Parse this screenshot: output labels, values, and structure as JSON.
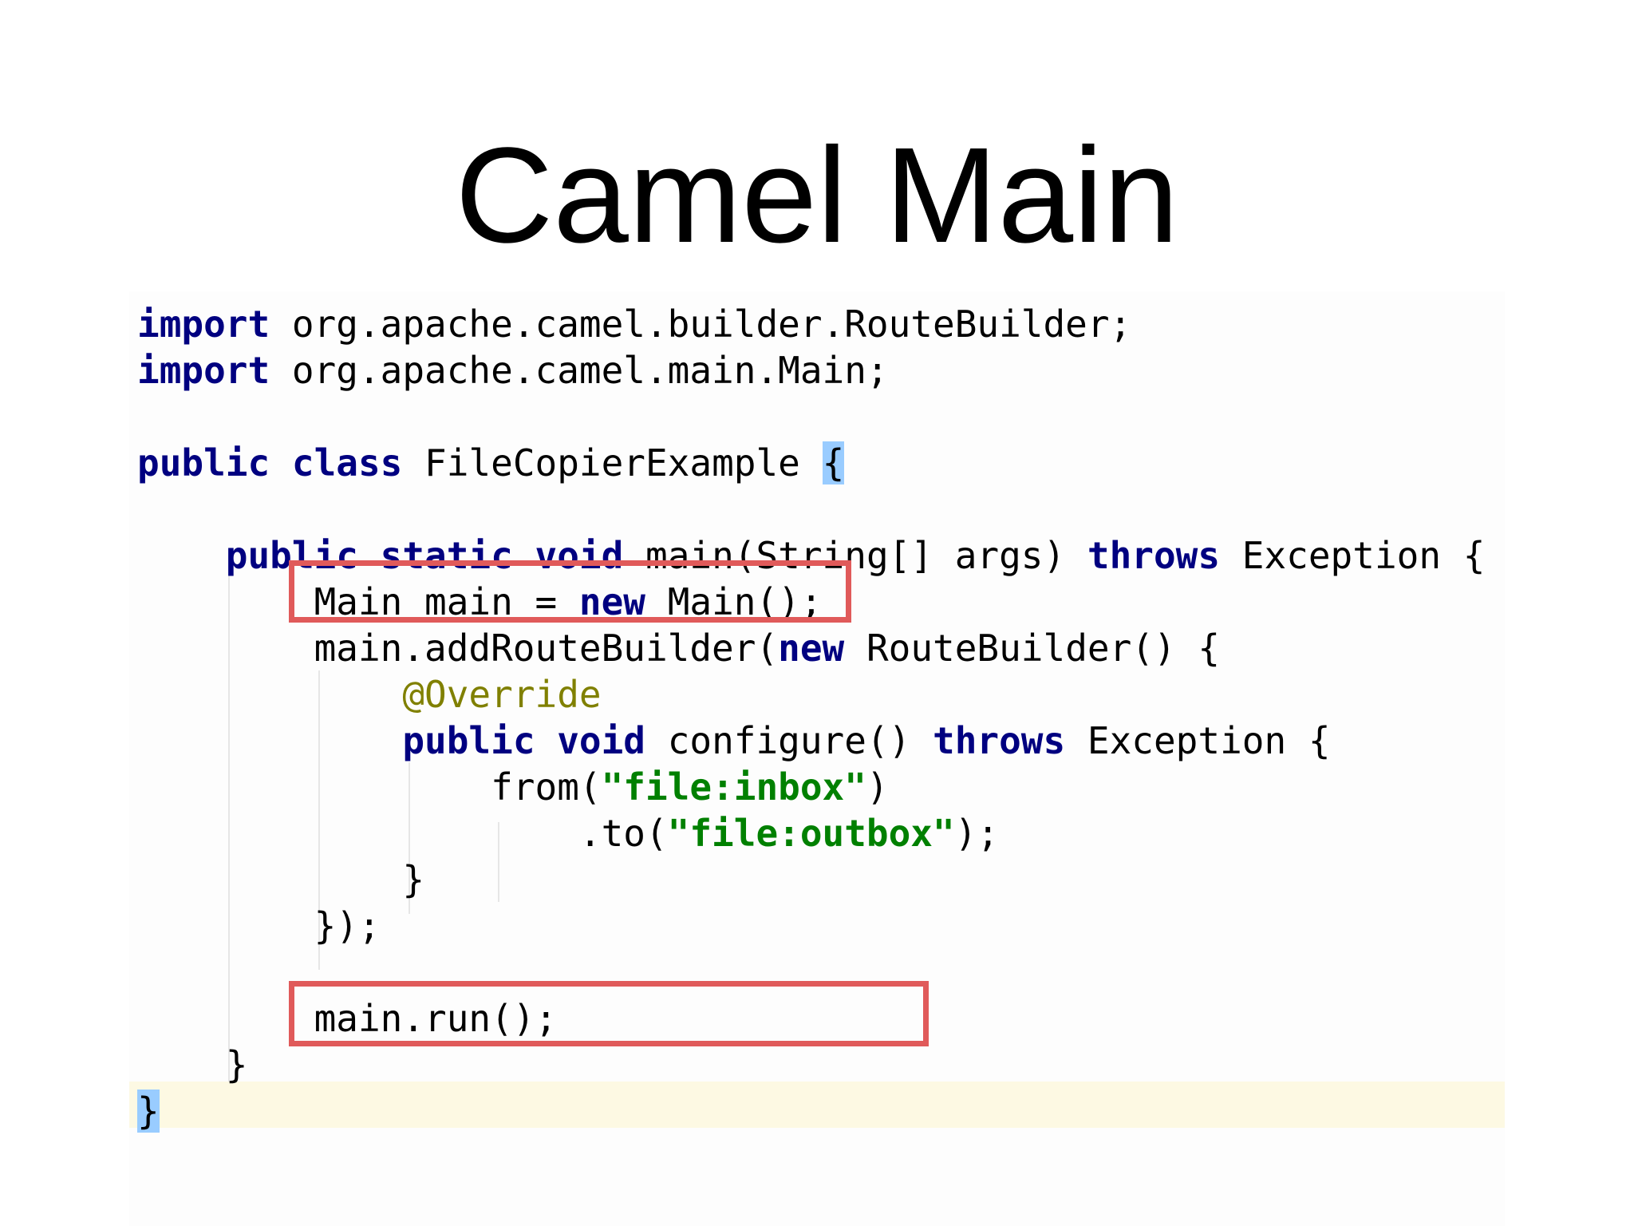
{
  "slide": {
    "title": "Camel Main"
  },
  "code": {
    "language": "java",
    "lines": [
      {
        "indent": "",
        "tokens": [
          {
            "t": "import",
            "k": "kw"
          },
          {
            "t": " org.apache.camel.builder.RouteBuilder;",
            "k": ""
          }
        ]
      },
      {
        "indent": "",
        "tokens": [
          {
            "t": "import",
            "k": "kw"
          },
          {
            "t": " org.apache.camel.main.Main;",
            "k": ""
          }
        ]
      },
      {
        "indent": "",
        "tokens": []
      },
      {
        "indent": "",
        "tokens": [
          {
            "t": "public",
            "k": "kw"
          },
          {
            "t": " ",
            "k": ""
          },
          {
            "t": "class",
            "k": "kw"
          },
          {
            "t": " FileCopierExample ",
            "k": ""
          },
          {
            "t": "{",
            "k": "brace-match"
          }
        ]
      },
      {
        "indent": "",
        "tokens": []
      },
      {
        "indent": "    ",
        "tokens": [
          {
            "t": "public",
            "k": "kw"
          },
          {
            "t": " ",
            "k": ""
          },
          {
            "t": "static",
            "k": "kw"
          },
          {
            "t": " ",
            "k": ""
          },
          {
            "t": "void",
            "k": "kw"
          },
          {
            "t": " main(String[] args) ",
            "k": ""
          },
          {
            "t": "throws",
            "k": "kw"
          },
          {
            "t": " Exception {",
            "k": ""
          }
        ]
      },
      {
        "indent": "        ",
        "tokens": [
          {
            "t": "Main main = ",
            "k": ""
          },
          {
            "t": "new",
            "k": "kw"
          },
          {
            "t": " Main();",
            "k": ""
          }
        ]
      },
      {
        "indent": "        ",
        "tokens": [
          {
            "t": "main.addRouteBuilder(",
            "k": ""
          },
          {
            "t": "new",
            "k": "kw"
          },
          {
            "t": " RouteBuilder() {",
            "k": ""
          }
        ]
      },
      {
        "indent": "            ",
        "tokens": [
          {
            "t": "@Override",
            "k": "ann"
          }
        ]
      },
      {
        "indent": "            ",
        "tokens": [
          {
            "t": "public",
            "k": "kw"
          },
          {
            "t": " ",
            "k": ""
          },
          {
            "t": "void",
            "k": "kw"
          },
          {
            "t": " configure() ",
            "k": ""
          },
          {
            "t": "throws",
            "k": "kw"
          },
          {
            "t": " Exception {",
            "k": ""
          }
        ]
      },
      {
        "indent": "                ",
        "tokens": [
          {
            "t": "from(",
            "k": ""
          },
          {
            "t": "\"file:inbox\"",
            "k": "str"
          },
          {
            "t": ")",
            "k": ""
          }
        ]
      },
      {
        "indent": "                    ",
        "tokens": [
          {
            "t": ".to(",
            "k": ""
          },
          {
            "t": "\"file:outbox\"",
            "k": "str"
          },
          {
            "t": ");",
            "k": ""
          }
        ]
      },
      {
        "indent": "            ",
        "tokens": [
          {
            "t": "}",
            "k": ""
          }
        ]
      },
      {
        "indent": "        ",
        "tokens": [
          {
            "t": "});",
            "k": ""
          }
        ]
      },
      {
        "indent": "",
        "tokens": []
      },
      {
        "indent": "        ",
        "tokens": [
          {
            "t": "main.run();",
            "k": ""
          }
        ]
      },
      {
        "indent": "    ",
        "tokens": [
          {
            "t": "}",
            "k": ""
          }
        ]
      },
      {
        "indent": "",
        "tokens": [
          {
            "t": "}",
            "k": "brace-match"
          }
        ]
      }
    ],
    "highlighted_lines": [
      6,
      15
    ],
    "highlight_color": "#e05a5a",
    "caret_line_color": "#fdf9e3",
    "keyword_color": "#000080",
    "string_color": "#008000",
    "annotation_color": "#808000"
  }
}
